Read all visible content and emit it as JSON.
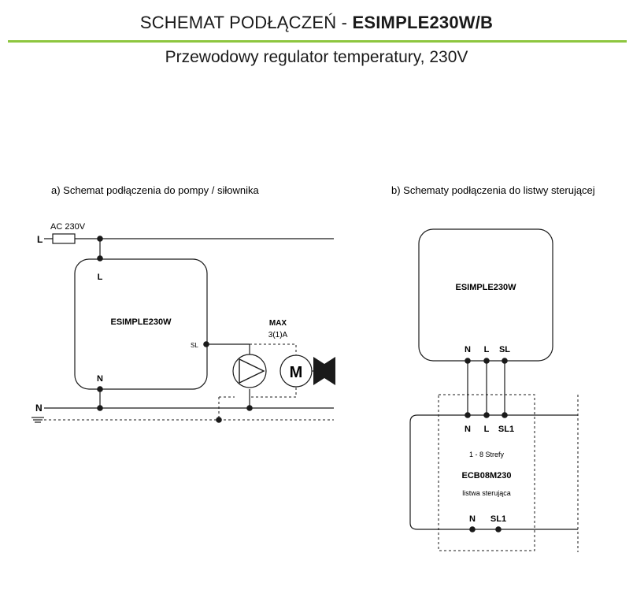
{
  "header": {
    "title_prefix": "SCHEMAT PODŁĄCZEŃ - ",
    "title_model": "ESIMPLE230W/B",
    "subtitle": "Przewodowy regulator temperatury, 230V",
    "accent_color": "#8dc63f"
  },
  "diagram_a": {
    "caption": "a) Schemat podłączenia do pompy / siłownika",
    "supply_label": "AC 230V",
    "line_L": "L",
    "line_N": "N",
    "device_name": "ESIMPLE230W",
    "terminal_L": "L",
    "terminal_N": "N",
    "terminal_SL": "SL",
    "max_label": "MAX",
    "max_rating": "3(1)A",
    "motor_letter": "M"
  },
  "diagram_b": {
    "caption": "b) Schematy podłączenia do listwy sterującej",
    "device_name": "ESIMPLE230W",
    "dev_terminal_N": "N",
    "dev_terminal_L": "L",
    "dev_terminal_SL": "SL",
    "strip_terminal_N": "N",
    "strip_terminal_L": "L",
    "strip_terminal_SL1": "SL1",
    "zones": "1 - 8 Strefy",
    "strip_model": "ECB08M230",
    "strip_desc": "listwa sterująca",
    "bottom_terminal_N": "N",
    "bottom_terminal_SL1": "SL1"
  }
}
